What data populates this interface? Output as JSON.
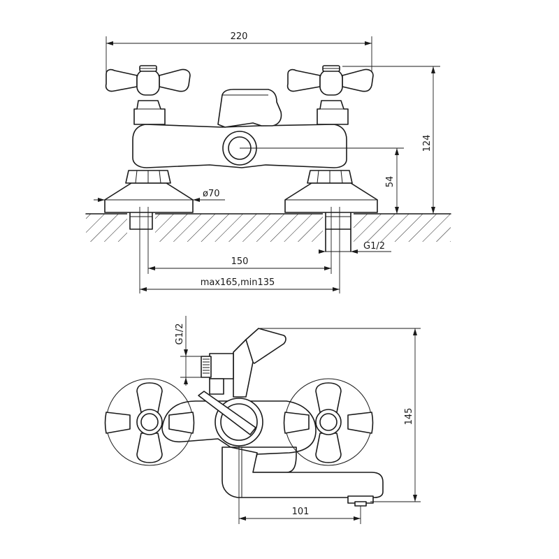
{
  "front_view": {
    "dim_width": "220",
    "dim_height": "124",
    "dim_outlet_height": "54",
    "dim_flange": "ø70",
    "dim_thread": "G1/2",
    "dim_centers": "150",
    "dim_range": "max165,min135"
  },
  "side_view": {
    "dim_thread": "G1/2",
    "dim_height": "145",
    "dim_spout": "101"
  }
}
